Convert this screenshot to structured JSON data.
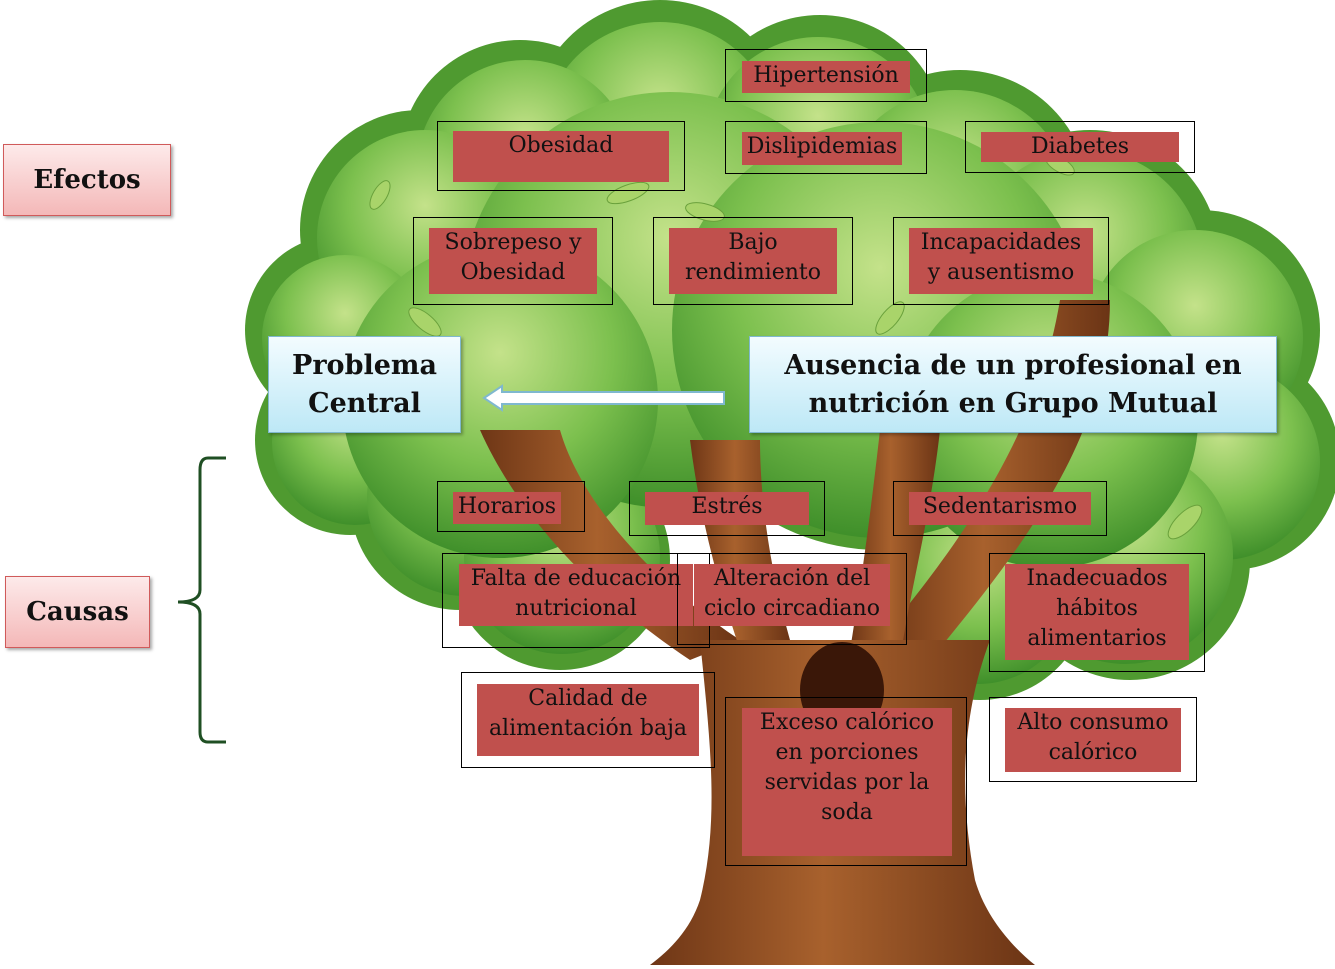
{
  "labels": {
    "effects": "Efectos",
    "causes": "Causas"
  },
  "central": {
    "left": "Problema\nCentral",
    "right": "Ausencia de un profesional en\nnutrición en Grupo Mutual"
  },
  "effects": {
    "hipertension": "Hipertensión",
    "obesidad": "Obesidad",
    "dislipidemias": "Dislipidemias",
    "diabetes": "Diabetes",
    "sobrepeso": "Sobrepeso y\nObesidad",
    "bajo_rendimiento": "Bajo\nrendimiento",
    "incapacidades": "Incapacidades\ny ausentismo"
  },
  "causes": {
    "horarios": "Horarios",
    "estres": "Estrés",
    "sedentarismo": "Sedentarismo",
    "falta_educacion": "Falta de educación\nnutricional",
    "alteracion": "Alteración del\nciclo circadiano",
    "inadecuados": "Inadecuados\nhábitos\nalimentarios",
    "calidad": "Calidad de\nalimentación baja",
    "exceso": "Exceso calórico\nen porciones\nservidas por la\nsoda",
    "alto_consumo": "Alto consumo\ncalórico"
  },
  "colors": {
    "node_fill": "#c0504d",
    "foliage": "#5cae3a",
    "trunk": "#8b4a22",
    "central_fill": "#d6f2fb"
  }
}
